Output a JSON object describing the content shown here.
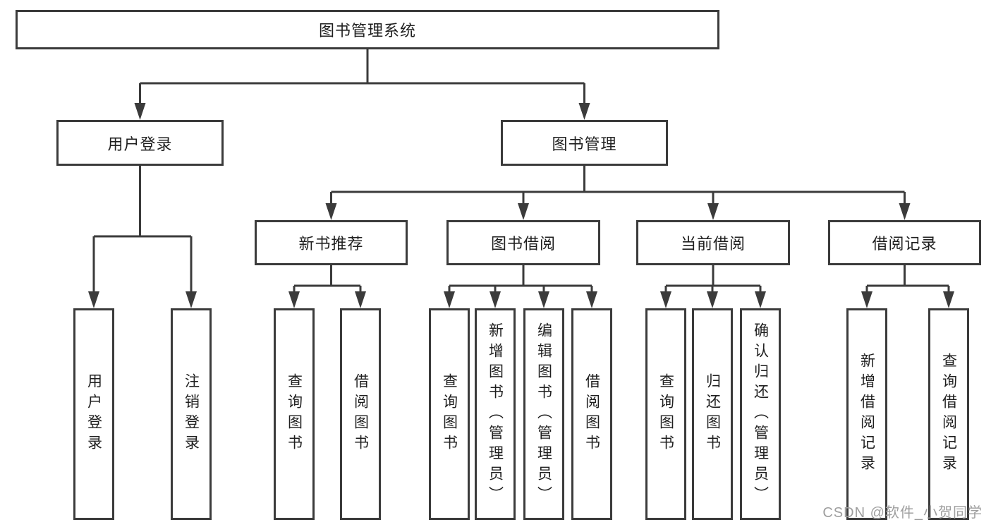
{
  "colors": {
    "line": "#3b3b3b",
    "text": "#1f1f1f",
    "background": "#ffffff",
    "watermark": "#9e9e9e"
  },
  "tree": {
    "root": {
      "id": "library-management-system",
      "label": "图书管理系统"
    },
    "level2": [
      {
        "id": "user-login",
        "label": "用户登录",
        "parent": "library-management-system"
      },
      {
        "id": "book-management",
        "label": "图书管理",
        "parent": "library-management-system"
      }
    ],
    "level3": [
      {
        "id": "new-book-recommend",
        "label": "新书推荐",
        "parent": "book-management"
      },
      {
        "id": "book-borrowing",
        "label": "图书借阅",
        "parent": "book-management"
      },
      {
        "id": "current-borrowing",
        "label": "当前借阅",
        "parent": "book-management"
      },
      {
        "id": "borrow-records",
        "label": "借阅记录",
        "parent": "book-management"
      }
    ],
    "leaves": [
      {
        "id": "user-login-action",
        "label": "用户登录",
        "parent": "user-login"
      },
      {
        "id": "logout-action",
        "label": "注销登录",
        "parent": "user-login"
      },
      {
        "id": "query-books-recommend",
        "label": "查询图书",
        "parent": "new-book-recommend"
      },
      {
        "id": "borrow-book-recommend",
        "label": "借阅图书",
        "parent": "new-book-recommend"
      },
      {
        "id": "query-books-borrowing",
        "label": "查询图书",
        "parent": "book-borrowing"
      },
      {
        "id": "add-book-admin",
        "label": "新增图书（管理员）",
        "parent": "book-borrowing"
      },
      {
        "id": "edit-book-admin",
        "label": "编辑图书（管理员）",
        "parent": "book-borrowing"
      },
      {
        "id": "borrow-book-borrowing",
        "label": "借阅图书",
        "parent": "book-borrowing"
      },
      {
        "id": "query-books-current",
        "label": "查询图书",
        "parent": "current-borrowing"
      },
      {
        "id": "return-book",
        "label": "归还图书",
        "parent": "current-borrowing"
      },
      {
        "id": "confirm-return-admin",
        "label": "确认归还（管理员）",
        "parent": "current-borrowing"
      },
      {
        "id": "add-borrow-record",
        "label": "新增借阅记录",
        "parent": "borrow-records"
      },
      {
        "id": "query-borrow-record",
        "label": "查询借阅记录",
        "parent": "borrow-records"
      }
    ]
  },
  "watermark": {
    "text": "CSDN @软件_小贺同学"
  }
}
